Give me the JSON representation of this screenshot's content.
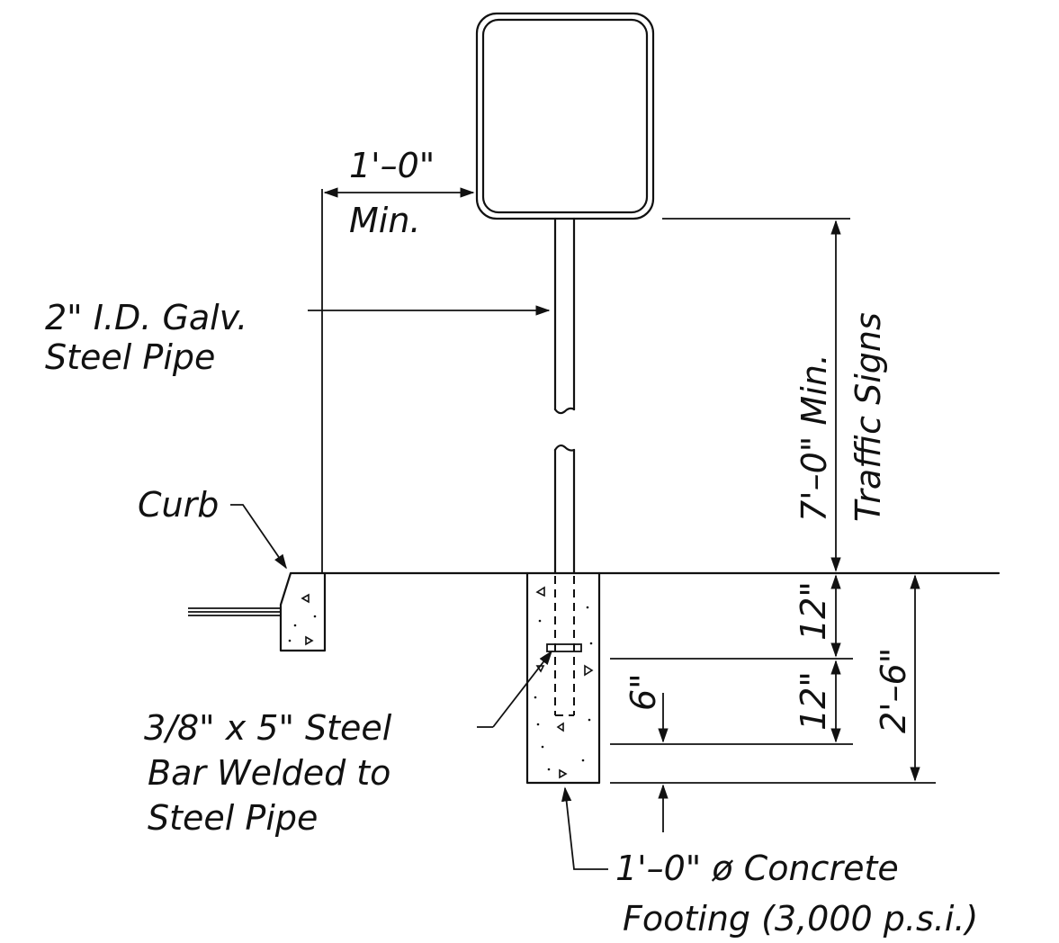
{
  "labels": {
    "sign_clearance_top": "1'–0\"",
    "sign_clearance_bottom": "Min.",
    "pipe_line1": "2\" I.D. Galv.",
    "pipe_line2": "Steel Pipe",
    "height_line1": "7'–0\" Min.",
    "height_line2": "Traffic Signs",
    "curb": "Curb",
    "dim_12_upper": "12\"",
    "dim_12_lower": "12\"",
    "dim_6": "6\"",
    "dim_total": "2'–6\"",
    "bar_line1": "3/8\" x 5\" Steel",
    "bar_line2": "Bar Welded to",
    "bar_line3": "Steel Pipe",
    "footing_line1": "1'–0\" ø Concrete",
    "footing_line2": "Footing (3,000 p.s.i.)"
  }
}
